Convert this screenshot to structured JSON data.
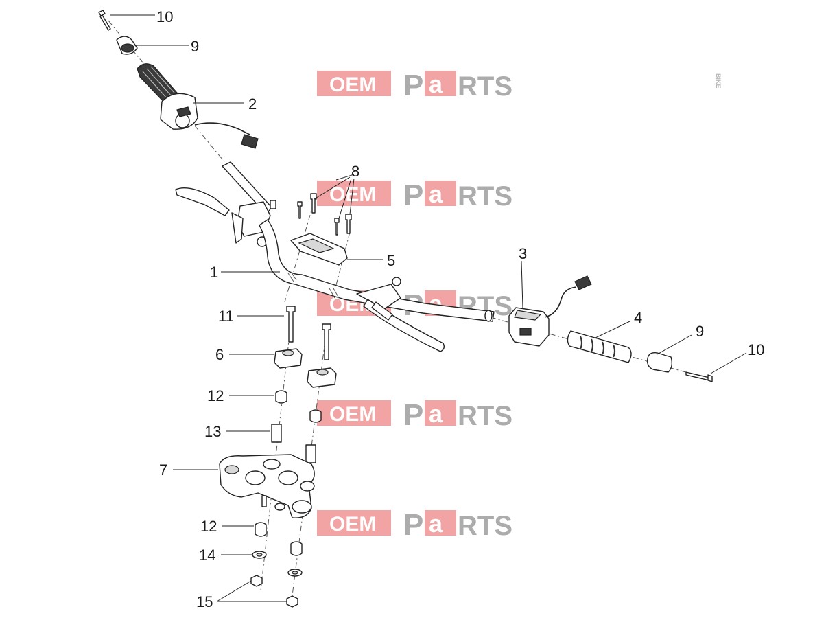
{
  "watermark": {
    "left_text": "OEM",
    "small_text": "BIKE",
    "p": "P",
    "a": "a",
    "rest": "RTS"
  },
  "callouts": {
    "c1": "1",
    "c2": "2",
    "c3": "3",
    "c4": "4",
    "c5": "5",
    "c6": "6",
    "c7": "7",
    "c8": "8",
    "c9_top": "9",
    "c9_right": "9",
    "c10_top": "10",
    "c10_right": "10",
    "c11": "11",
    "c12_upper": "12",
    "c12_lower": "12",
    "c13": "13",
    "c14": "14",
    "c15": "15"
  },
  "colors": {
    "watermark_red": "#e85a5a",
    "watermark_grey": "#8a8a8a",
    "line": "#222222"
  }
}
